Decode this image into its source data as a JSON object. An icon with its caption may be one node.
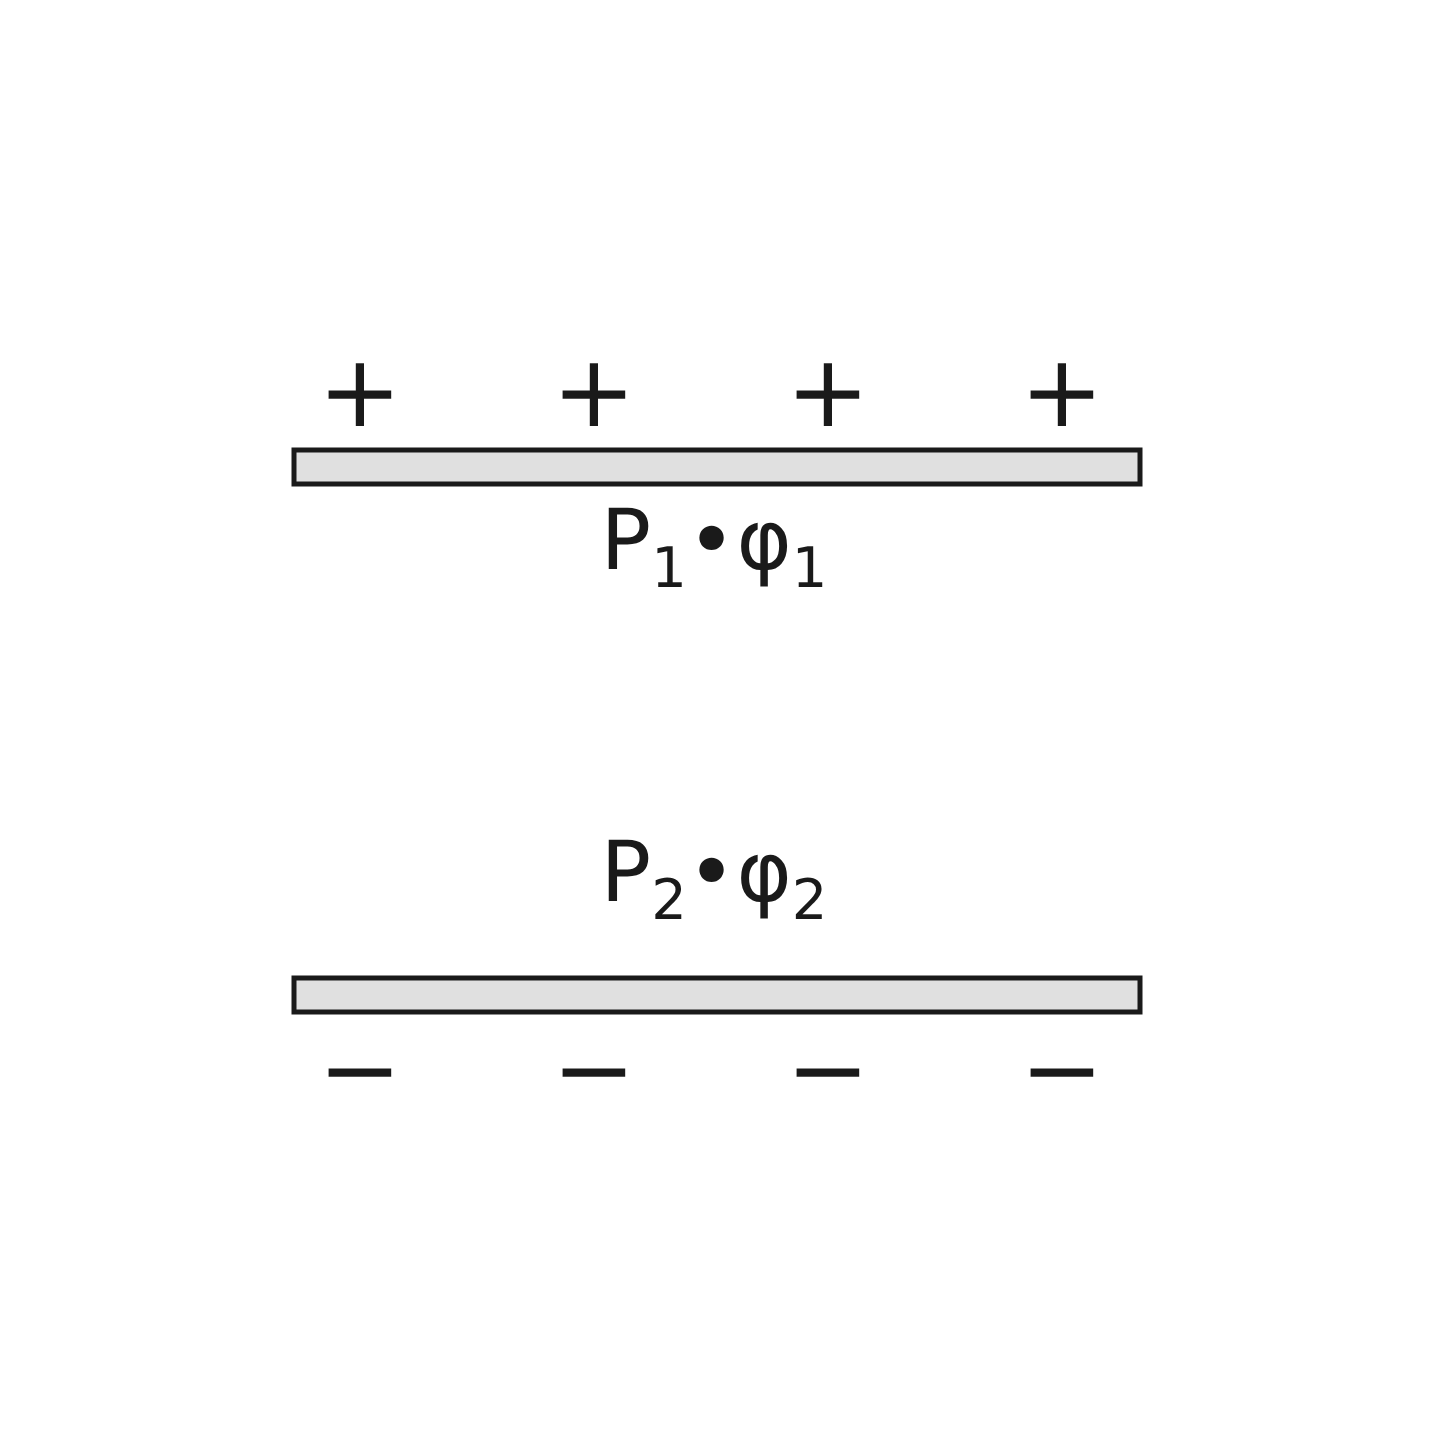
{
  "diagram": {
    "nodes": [
      {
        "text": [],
        "shape": "bar",
        "beside": [
          "+",
          "+",
          "+",
          "+",
          "P$_{1}$•φ$_{1}$"
        ]
      },
      {
        "text": [],
        "shape": "bar",
        "beside": [
          "P$_{2}$•φ$_{2}$",
          "−",
          "−",
          "−",
          "−"
        ]
      }
    ]
  }
}
